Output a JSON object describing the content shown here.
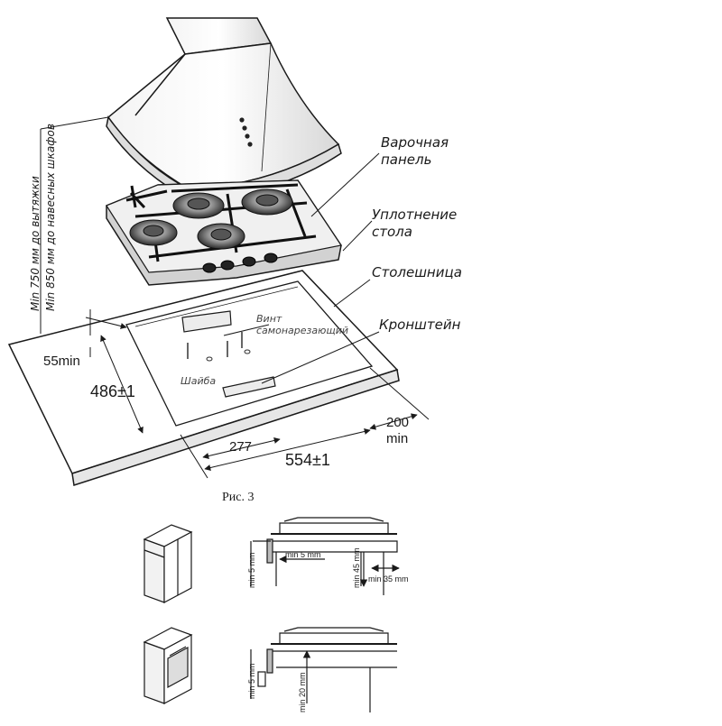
{
  "labels": {
    "hob": [
      "Варочная",
      "панель"
    ],
    "seal": [
      "Уплотнение",
      "стола"
    ],
    "worktop": "Столешница",
    "bracket": "Кронштейн",
    "screw": [
      "Винт",
      "самонарезающий"
    ],
    "washer": "Шайба"
  },
  "vertical_notes": {
    "hood": "Min 750 мм до вытяжки",
    "cabinets": "Min 850 мм до навесных шкафов"
  },
  "dimensions": {
    "side_gap": "55min",
    "depth": "486±1",
    "bracket_spacing": "277",
    "width": "554±1",
    "rear_gap_value": "200",
    "rear_gap_unit": "min"
  },
  "caption": "Рис. 3",
  "detail_top": {
    "top_gap": "min 5 mm",
    "side": "min 5 mm",
    "depth": "min 45 mm",
    "rear": "min 35 mm"
  },
  "detail_bottom": {
    "side": "min 5 mm",
    "depth": "min 20 mm"
  }
}
